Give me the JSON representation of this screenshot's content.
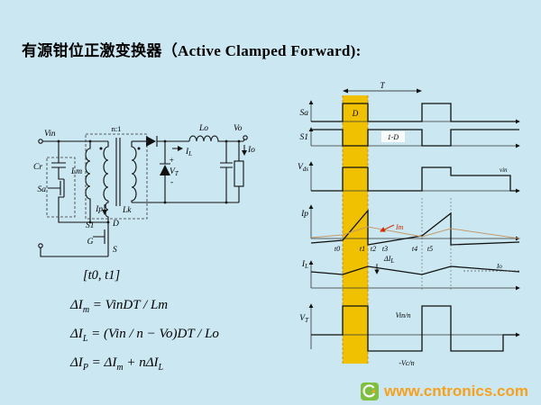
{
  "title": {
    "text": "有源钳位正激变换器（Active Clamped Forward):"
  },
  "circuit": {
    "vin": "Vin",
    "cr": "Cr",
    "sa": "Sa",
    "lm": "Lm",
    "ratio": "n:1",
    "ip": "Ip",
    "lk": "Lk",
    "s1": "S1",
    "g": "G",
    "d": "D",
    "s": "S",
    "lo": "Lo",
    "vo": "Vo",
    "io": "Io",
    "il_main": "I",
    "il_sub": "L",
    "vt_plus": "+",
    "vt_main": "V",
    "vt_sub": "T",
    "vt_minus": "-"
  },
  "interval": "[t0, t1]",
  "equations": {
    "eq1": {
      "a": "ΔI",
      "a_sub": "m",
      "b": " = VinDT / Lm"
    },
    "eq2": {
      "a": "ΔI",
      "a_sub": "L",
      "b": " = (Vin / n − Vo)DT / Lo"
    },
    "eq3": {
      "a": "ΔI",
      "a_sub": "P",
      "b": " = ΔI",
      "b_sub": "m",
      "c": " + nΔI",
      "c_sub": "L"
    }
  },
  "timing": {
    "period": "T",
    "rows": {
      "sa": "Sa",
      "s1": "S1",
      "vds_main": "V",
      "vds_sub": "ds",
      "ip": "Ip",
      "il_main": "I",
      "il_sub": "L",
      "vt_main": "V",
      "vt_sub": "T"
    },
    "d": "D",
    "one_minus_d": "1-D",
    "vin_small": "vin",
    "im": "Im",
    "t_labels": {
      "t0": "t0",
      "t1": "t1",
      "t2": "t2",
      "t3": "t3",
      "t4": "t4",
      "t5": "t5"
    },
    "delta_il_main": "ΔI",
    "delta_il_sub": "L",
    "io": "Io",
    "vin_n": "Vin/n",
    "neg_vc_n": "-Vc/n"
  },
  "watermark": {
    "url": "www.cntronics.com"
  },
  "colors": {
    "background": "#cbe7f1",
    "highlight": "#efc100",
    "accent_red": "#d42a00",
    "watermark_orange": "#f7a01e",
    "logo_green": "#7fbf3f"
  }
}
